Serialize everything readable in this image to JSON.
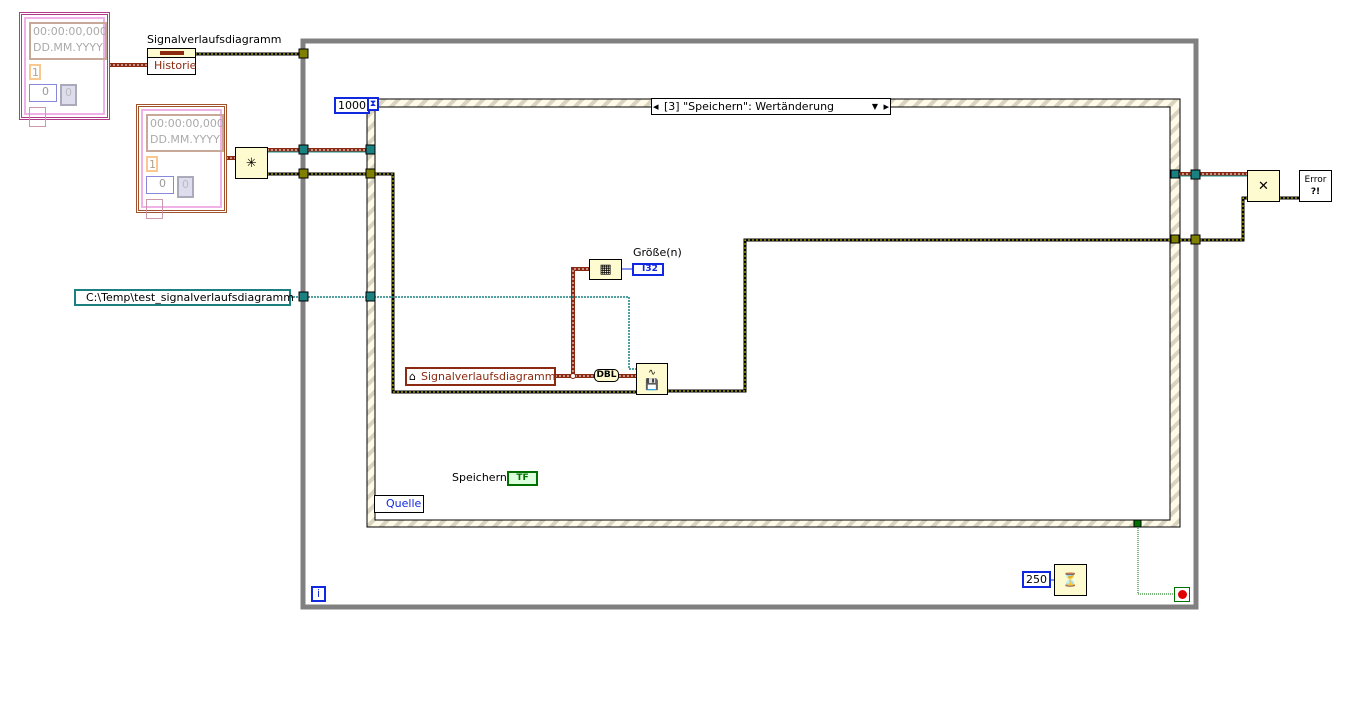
{
  "clusters": [
    {
      "timestamp": "00:00:00,000",
      "date_format": "DD.MM.YYYY",
      "count": "1",
      "numeric": "0",
      "numeric2": "0"
    },
    {
      "timestamp": "00:00:00,000",
      "date_format": "DD.MM.YYYY",
      "count": "1",
      "numeric": "0",
      "numeric2": "0"
    }
  ],
  "history_node": {
    "label": "Signalverlaufsdiagramm",
    "property": "Historie"
  },
  "path_constant": "C:\\Temp\\test_signalverlaufsdiagramm",
  "event_structure": {
    "timeout": "1000",
    "selector": "[3] \"Speichern\": Wertänderung",
    "event_source": "Quelle"
  },
  "property_node": "Signalverlaufsdiagramm",
  "dbl_label": "DBL",
  "array_size": {
    "label": "Größe(n)",
    "type": "I32"
  },
  "speichern": {
    "label": "Speichern",
    "terminal": "TF"
  },
  "wait_ms": "250",
  "iteration": "i",
  "error_handler": {
    "text": "Error",
    "symbol": "?!"
  }
}
